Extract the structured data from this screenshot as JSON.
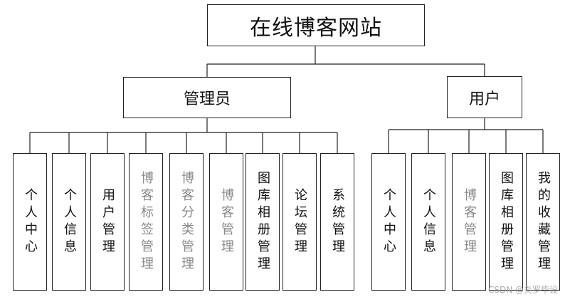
{
  "root": {
    "label": "在线博客网站"
  },
  "groups": [
    {
      "label": "管理员",
      "leaves": [
        {
          "label": "个人中心",
          "gray": false
        },
        {
          "label": "个人信息",
          "gray": false
        },
        {
          "label": "用户管理",
          "gray": false
        },
        {
          "label": "博客标签管理",
          "gray": true
        },
        {
          "label": "博客分类管理",
          "gray": true
        },
        {
          "label": "博客管理",
          "gray": true
        },
        {
          "label": "图库相册管理",
          "gray": false
        },
        {
          "label": "论坛管理",
          "gray": false
        },
        {
          "label": "系统管理",
          "gray": false
        }
      ]
    },
    {
      "label": "用户",
      "leaves": [
        {
          "label": "个人中心",
          "gray": false
        },
        {
          "label": "个人信息",
          "gray": false
        },
        {
          "label": "博客管理",
          "gray": true
        },
        {
          "label": "图库相册管理",
          "gray": false
        },
        {
          "label": "我的收藏管理",
          "gray": false
        }
      ]
    }
  ],
  "watermark": "CSDN @炎罗毕设"
}
